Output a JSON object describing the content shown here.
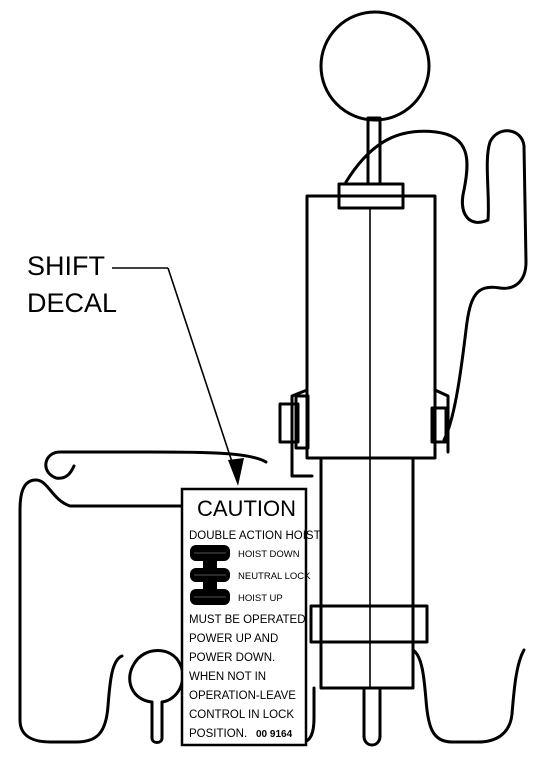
{
  "callout": {
    "line1": "SHIFT",
    "line2": "DECAL"
  },
  "decal": {
    "title": "CAUTION",
    "subtitle": "DOUBLE ACTION HOIST",
    "positions": [
      "HOIST DOWN",
      "NEUTRAL LOCK",
      "HOIST UP"
    ],
    "body_lines": [
      "MUST BE OPERATED",
      "POWER UP AND",
      "POWER DOWN.",
      "WHEN NOT IN",
      "OPERATION-LEAVE",
      "CONTROL IN LOCK",
      "POSITION."
    ],
    "part_number": "00 9164"
  }
}
